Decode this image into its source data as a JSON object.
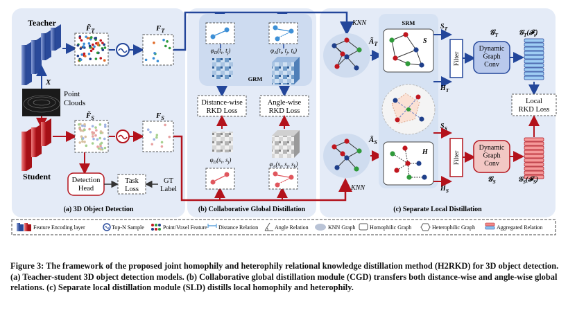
{
  "panels": {
    "a_title": "(a) 3D Object Detection",
    "b_title": "(b) Collaborative Global Distillation",
    "c_title": "(c) Separate Local Distillation"
  },
  "labels": {
    "teacher": "Teacher",
    "student": "Student",
    "point_clouds": "Point\nClouds",
    "x": "X",
    "ft_tilde": "F̃",
    "ft_sub": "T",
    "ft": "F",
    "fs_tilde": "F̃",
    "fs_sub": "S",
    "detection_head": "Detection\nHead",
    "task_loss": "Task\nLoss",
    "gt_label": "GT\nLabel",
    "grm": "GRM",
    "srm": "SRM",
    "dist_loss": "Distance-wise\nRKD Loss",
    "angle_loss": "Angle-wise\nRKD Loss",
    "phi_d_t": "φD(ti, tj)",
    "phi_a_t": "φA(ti, tj, tk)",
    "phi_d_s": "φD(si, sj)",
    "phi_a_s": "φA(si, sj, sk)",
    "knn": "KNN",
    "a_t": "ÃT",
    "a_s": "ÃS",
    "s_mat": "S",
    "h_mat": "H",
    "s_t": "ST",
    "h_t": "HT",
    "s_s": "SS",
    "h_s": "HS",
    "filter": "Filter",
    "dgc": "Dynamic\nGraph\nConv",
    "g_t": "GT",
    "g_s": "GS",
    "gt_ft": "GT(FT)",
    "gs_fs": "GS(FS)",
    "local_loss": "Local\nRKD Loss"
  },
  "legend": [
    {
      "icon": "feature-encoding-icon",
      "text": "Feature Encoding layer"
    },
    {
      "icon": "topn-icon",
      "text": "Top-N Sample"
    },
    {
      "icon": "feature-dots-icon",
      "text": "Point/Voxel Feature"
    },
    {
      "icon": "distance-relation-icon",
      "text": "Distance Relation"
    },
    {
      "icon": "angle-relation-icon",
      "text": "Angle Relation"
    },
    {
      "icon": "knn-graph-icon",
      "text": "KNN Graph"
    },
    {
      "icon": "homophilic-graph-icon",
      "text": "Homophilic Graph"
    },
    {
      "icon": "heterophilic-graph-icon",
      "text": "Heterophilic Graph"
    },
    {
      "icon": "aggregated-relation-icon",
      "text": "Aggregated Relation"
    }
  ],
  "caption": "Figure 3: The framework of the proposed joint homophily and heterophily relational knowledge distillation method (H2RKD) for 3D object detection. (a) Teacher-student 3D object detection models. (b) Collaborative global distillation module (CGD) transfers both distance-wise and angle-wise global relations. (c) Separate local distillation module (SLD) distills local homophily and heterophily.",
  "colors": {
    "panel_bg": "#e4ebf7",
    "teacher_blue": "#1f3f8a",
    "student_red": "#c0161e",
    "dgc_teacher": "#b9c9ec",
    "dgc_student": "#f2c7c4",
    "line_blue": "#23469a",
    "line_red": "#b3121b"
  }
}
